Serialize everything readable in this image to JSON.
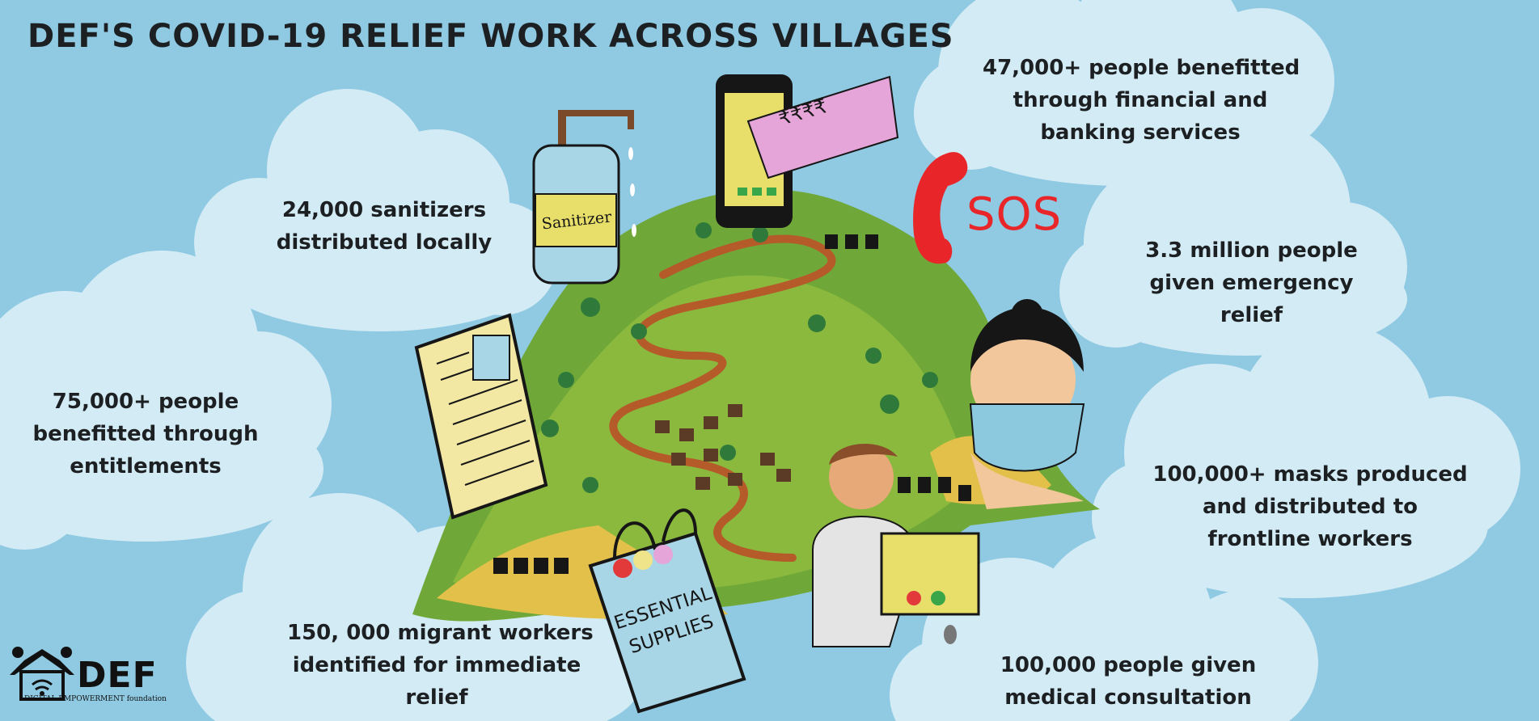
{
  "title": "DEF'S COVID-19 RELIEF WORK ACROSS VILLAGES",
  "stats": {
    "sanitizers": [
      "24,000 sanitizers",
      "distributed locally"
    ],
    "entitlements": [
      "75,000+ people",
      "benefitted through",
      "entitlements"
    ],
    "migrants": [
      "150, 000 migrant workers",
      "identified for immediate",
      "relief"
    ],
    "financial": [
      "47,000+ people benefitted",
      "through financial and",
      "banking services"
    ],
    "emergency": [
      "3.3 million people",
      "given emergency",
      "relief"
    ],
    "masks": [
      "100,000+ masks produced",
      "and distributed to",
      "frontline workers"
    ],
    "medical": [
      "100,000 people given",
      "medical consultation"
    ]
  },
  "illustration": {
    "sanitizer_label": "Sanitizer",
    "sos_label": "SOS",
    "bag_label": [
      "ESSENTIAL",
      "SUPPLIES"
    ],
    "money_label": "₹₹₹₹"
  },
  "logo": {
    "word": "DEF",
    "tagline": "DIGITAL EMPOWERMENT foundation"
  },
  "colors": {
    "background": "#8fc9e2",
    "cloud": "#d3ebf5",
    "text": "#1d2022",
    "sos_red": "#e8262a"
  }
}
